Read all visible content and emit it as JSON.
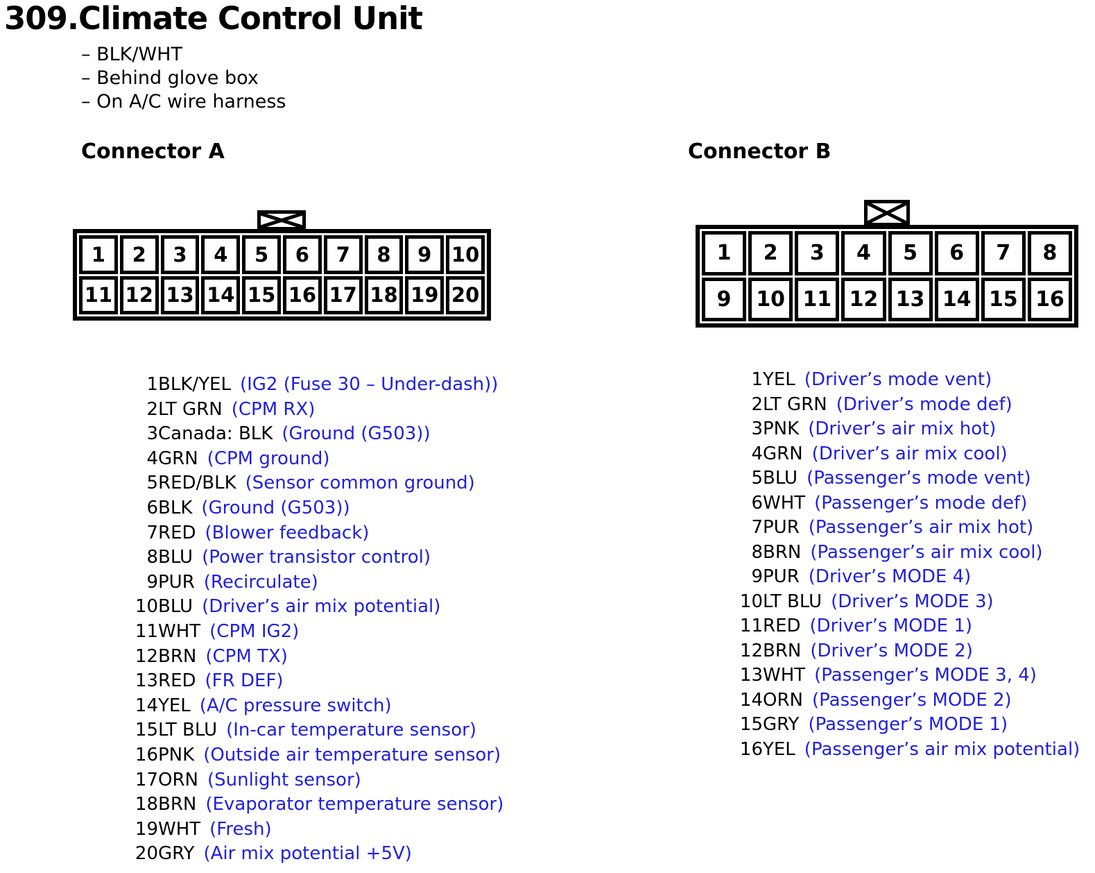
{
  "title": "309.Climate Control Unit",
  "notes": [
    "– BLK/WHT",
    "– Behind glove box",
    "– On A/C wire harness"
  ],
  "colors": {
    "background": "#ffffff",
    "text": "#000000",
    "line_black": "#000000",
    "function_blue": "#1f1fe0"
  },
  "icons": {
    "keying_tab": "crossed-box-icon"
  },
  "connector_a": {
    "label": "Connector A",
    "grid_rows": [
      [
        "1",
        "2",
        "3",
        "4",
        "5",
        "6",
        "7",
        "8",
        "9",
        "10"
      ],
      [
        "11",
        "12",
        "13",
        "14",
        "15",
        "16",
        "17",
        "18",
        "19",
        "20"
      ]
    ],
    "pins": [
      {
        "num": "1",
        "wire": "BLK/YEL",
        "desc": "(IG2 (Fuse 30 – Under-dash))"
      },
      {
        "num": "2",
        "wire": "LT GRN",
        "desc": "(CPM RX)"
      },
      {
        "num": "3",
        "wire": "Canada: BLK",
        "desc": "(Ground (G503))"
      },
      {
        "num": "4",
        "wire": "GRN",
        "desc": "(CPM ground)"
      },
      {
        "num": "5",
        "wire": "RED/BLK",
        "desc": "(Sensor common ground)"
      },
      {
        "num": "6",
        "wire": "BLK",
        "desc": "(Ground (G503))"
      },
      {
        "num": "7",
        "wire": "RED",
        "desc": "(Blower feedback)"
      },
      {
        "num": "8",
        "wire": "BLU",
        "desc": "(Power transistor control)"
      },
      {
        "num": "9",
        "wire": "PUR",
        "desc": "(Recirculate)"
      },
      {
        "num": "10",
        "wire": "BLU",
        "desc": "(Driver’s air mix potential)"
      },
      {
        "num": "11",
        "wire": "WHT",
        "desc": "(CPM IG2)"
      },
      {
        "num": "12",
        "wire": "BRN",
        "desc": "(CPM TX)"
      },
      {
        "num": "13",
        "wire": "RED",
        "desc": "(FR DEF)"
      },
      {
        "num": "14",
        "wire": "YEL",
        "desc": "(A/C pressure switch)"
      },
      {
        "num": "15",
        "wire": "LT BLU",
        "desc": "(In-car temperature sensor)"
      },
      {
        "num": "16",
        "wire": "PNK",
        "desc": "(Outside air temperature sensor)"
      },
      {
        "num": "17",
        "wire": "ORN",
        "desc": "(Sunlight sensor)"
      },
      {
        "num": "18",
        "wire": "BRN",
        "desc": "(Evaporator temperature sensor)"
      },
      {
        "num": "19",
        "wire": "WHT",
        "desc": "(Fresh)"
      },
      {
        "num": "20",
        "wire": "GRY",
        "desc": "(Air mix potential +5V)"
      }
    ]
  },
  "connector_b": {
    "label": "Connector B",
    "grid_rows": [
      [
        "1",
        "2",
        "3",
        "4",
        "5",
        "6",
        "7",
        "8"
      ],
      [
        "9",
        "10",
        "11",
        "12",
        "13",
        "14",
        "15",
        "16"
      ]
    ],
    "pins": [
      {
        "num": "1",
        "wire": "YEL",
        "desc": "(Driver’s mode vent)"
      },
      {
        "num": "2",
        "wire": "LT GRN",
        "desc": "(Driver’s mode def)"
      },
      {
        "num": "3",
        "wire": "PNK",
        "desc": "(Driver’s air mix hot)"
      },
      {
        "num": "4",
        "wire": "GRN",
        "desc": "(Driver’s air mix cool)"
      },
      {
        "num": "5",
        "wire": "BLU",
        "desc": "(Passenger’s mode vent)"
      },
      {
        "num": "6",
        "wire": "WHT",
        "desc": "(Passenger’s mode def)"
      },
      {
        "num": "7",
        "wire": "PUR",
        "desc": "(Passenger’s air mix hot)"
      },
      {
        "num": "8",
        "wire": "BRN",
        "desc": "(Passenger’s air mix cool)"
      },
      {
        "num": "9",
        "wire": "PUR",
        "desc": "(Driver’s MODE 4)"
      },
      {
        "num": "10",
        "wire": "LT BLU",
        "desc": "(Driver’s MODE 3)"
      },
      {
        "num": "11",
        "wire": "RED",
        "desc": "(Driver’s MODE 1)"
      },
      {
        "num": "12",
        "wire": "BRN",
        "desc": "(Driver’s MODE 2)"
      },
      {
        "num": "13",
        "wire": "WHT",
        "desc": "(Passenger’s MODE 3, 4)"
      },
      {
        "num": "14",
        "wire": "ORN",
        "desc": "(Passenger’s MODE 2)"
      },
      {
        "num": "15",
        "wire": "GRY",
        "desc": "(Passenger’s MODE 1)"
      },
      {
        "num": "16",
        "wire": "YEL",
        "desc": "(Passenger’s air mix potential)"
      }
    ]
  }
}
